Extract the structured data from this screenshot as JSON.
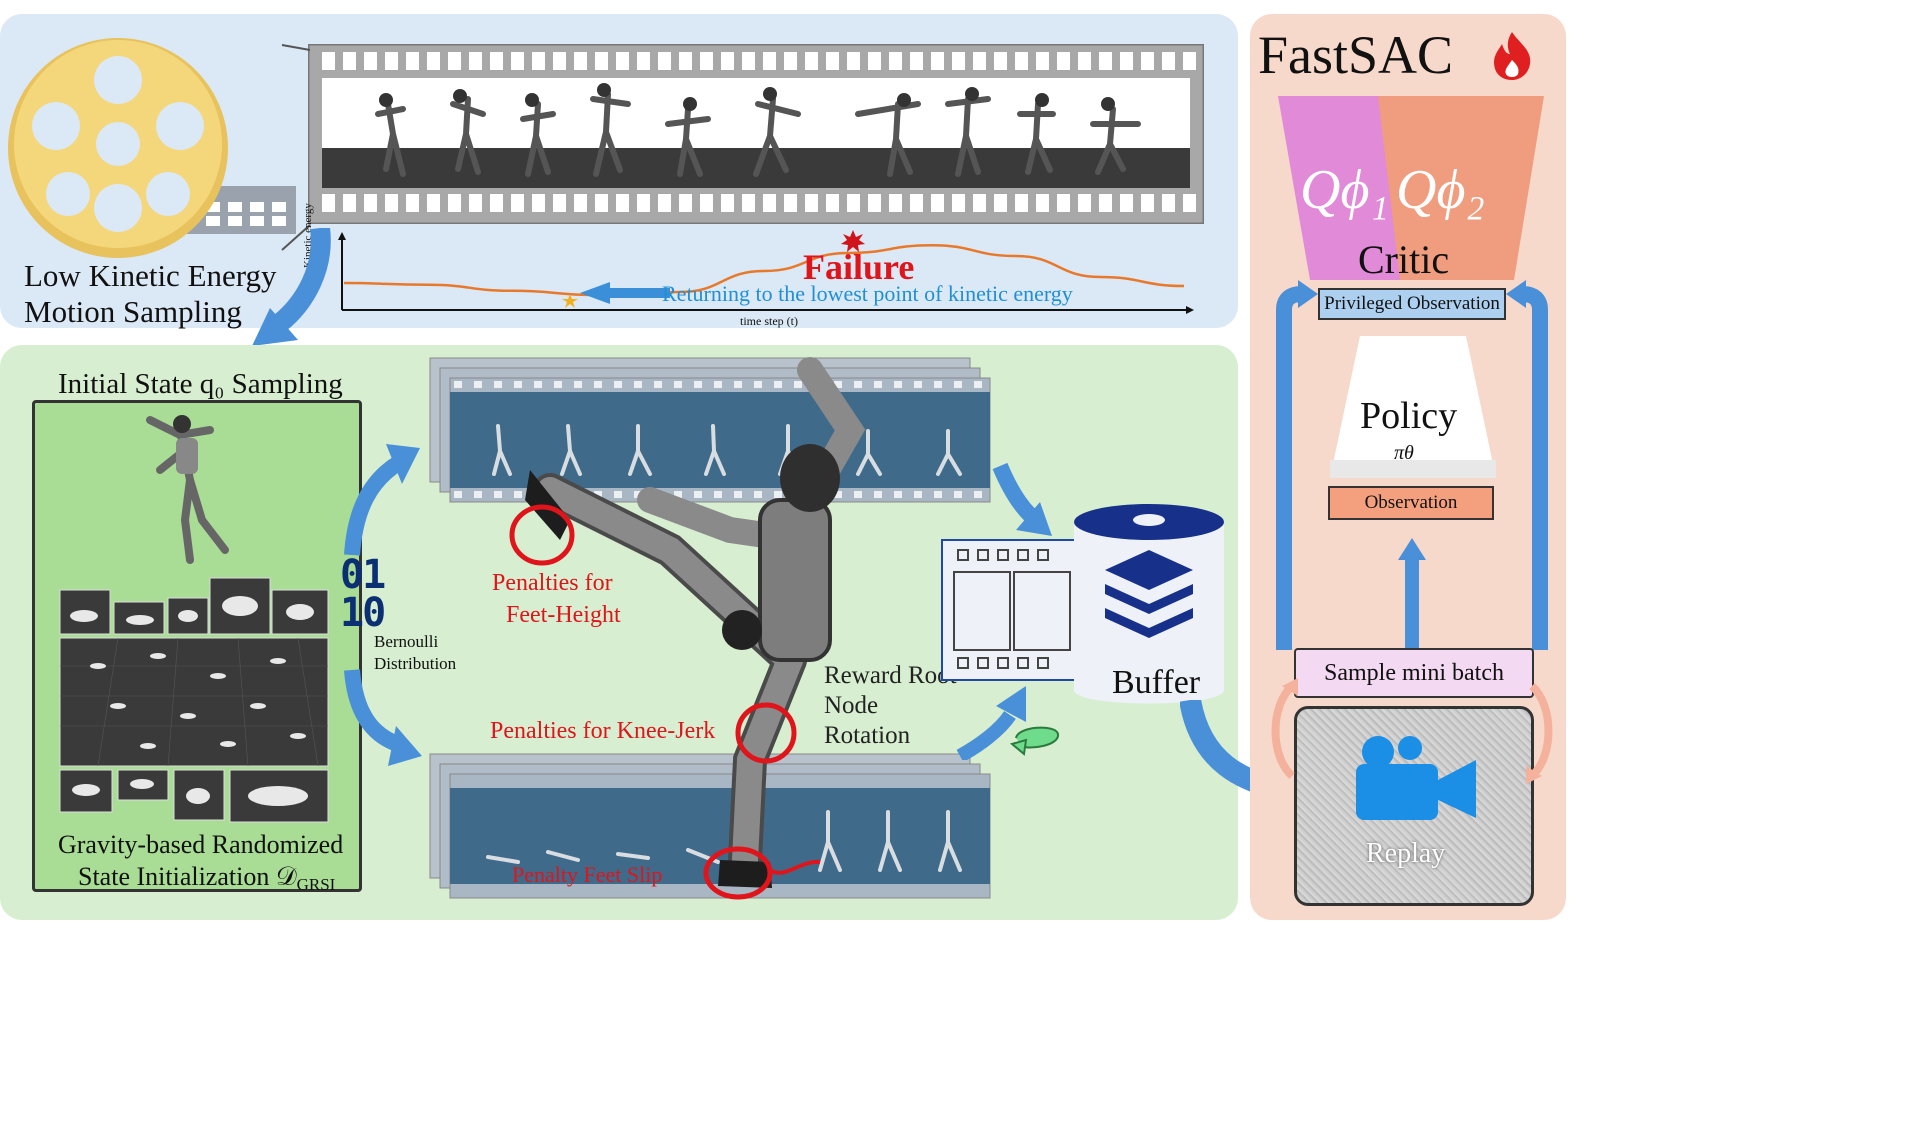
{
  "top": {
    "caption_line1": "Low Kinetic Energy",
    "caption_line2": "Motion Sampling",
    "failure_label": "Failure",
    "return_label": "Returning to the lowest point of kinetic energy",
    "y_axis_label": "Kinetic energy",
    "x_axis_label": "time step (t)"
  },
  "middle": {
    "initial_state_title": "Initial State q₀ Sampling",
    "gravity_caption_line1": "Gravity-based Randomized",
    "gravity_caption_line2": "State Initialization 𝒟",
    "gravity_caption_sub": "GRSI",
    "bernoulli_bits_1": "01",
    "bernoulli_bits_2": "10",
    "bernoulli_label_1": "Bernoulli",
    "bernoulli_label_2": "Distribution",
    "penalty_feet_height_1": "Penalties for",
    "penalty_feet_height_2": "Feet-Height",
    "penalty_knee": "Penalties for Knee-Jerk",
    "penalty_slip": "Penalty Feet Slip",
    "reward_line1": "Reward Root",
    "reward_line2": "Node",
    "reward_line3": "Rotation",
    "buffer_label": "Buffer"
  },
  "right": {
    "title": "FastSAC",
    "q1": "Qϕ₁",
    "q2": "Qϕ₂",
    "critic_label": "Critic",
    "privileged_obs": "Privileged Observation",
    "policy_label": "Policy",
    "policy_symbol": "πθ",
    "observation": "Observation",
    "sample_batch": "Sample mini batch",
    "replay_label": "Replay"
  },
  "colors": {
    "top_panel": "#dbe8f5",
    "middle_panel": "#d7efd0",
    "right_panel": "#f7d9cb",
    "arrow_blue": "#4a90d9",
    "red": "#e0141b",
    "critic_pink": "#e08ad8",
    "critic_orange": "#ef9d7e"
  },
  "chart_data": {
    "type": "line",
    "title": "",
    "xlabel": "time step (t)",
    "ylabel": "Kinetic energy",
    "x": [
      0,
      10,
      20,
      30,
      40,
      50,
      60,
      70,
      80,
      90,
      100
    ],
    "series": [
      {
        "values": [
          0.25,
          0.22,
          0.12,
          0.05,
          0.1,
          0.45,
          0.75,
          0.88,
          0.7,
          0.35,
          0.2
        ]
      }
    ]
  }
}
